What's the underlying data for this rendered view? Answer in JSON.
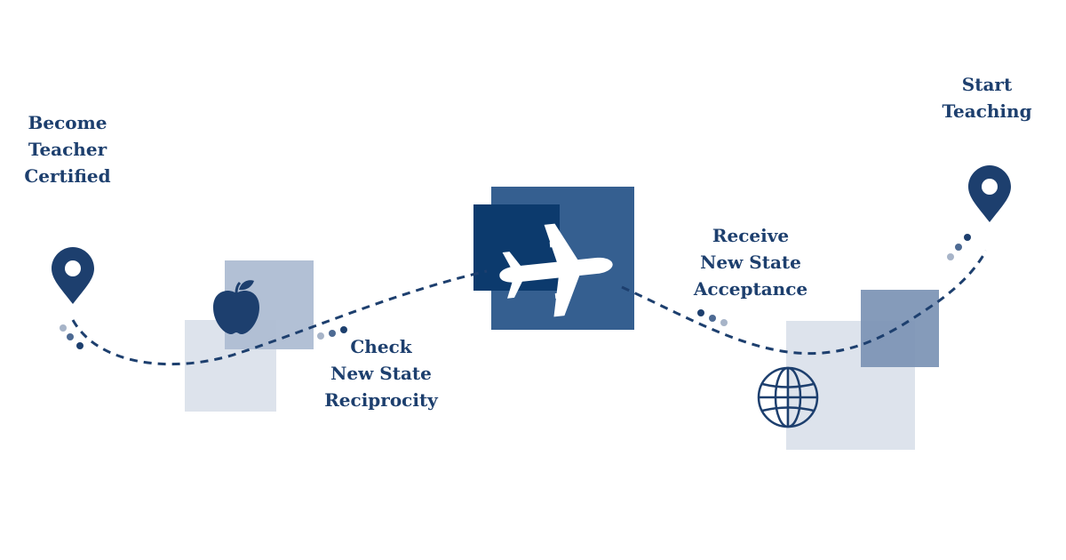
{
  "colors": {
    "navy": "#1d3f6e",
    "mid": "#355f90",
    "deep": "#0c3a6d",
    "light_square": "#aebdd3",
    "pale_square": "#dde3ec",
    "soft_square": "#7b92b4",
    "dot_light": "#a7b4c8"
  },
  "icons": [
    "map-pin-icon",
    "apple-icon",
    "airplane-icon",
    "globe-icon",
    "map-pin-icon"
  ],
  "steps": [
    {
      "id": "certified",
      "lines": [
        "Become",
        "Teacher",
        "Certified"
      ]
    },
    {
      "id": "reciprocity",
      "lines": [
        "Check",
        "New State",
        "Reciprocity"
      ]
    },
    {
      "id": "acceptance",
      "lines": [
        "Receive",
        "New State",
        "Acceptance"
      ]
    },
    {
      "id": "teaching",
      "lines": [
        "Start",
        "Teaching"
      ]
    }
  ]
}
